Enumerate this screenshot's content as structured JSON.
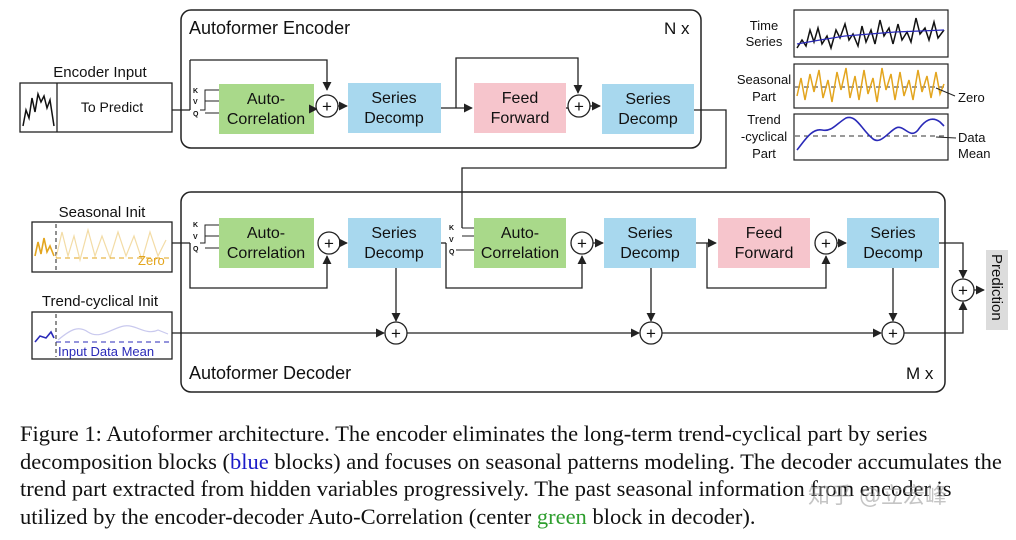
{
  "encoder": {
    "title": "Autoformer Encoder",
    "repeat": "N x",
    "input_label": "Encoder Input",
    "predict_label": "To Predict",
    "blocks": {
      "auto_correlation": [
        "Auto-",
        "Correlation"
      ],
      "series_decomp_1": [
        "Series",
        "Decomp"
      ],
      "feed_forward": [
        "Feed",
        "Forward"
      ],
      "series_decomp_2": [
        "Series",
        "Decomp"
      ]
    },
    "kvq": [
      "K",
      "V",
      "Q"
    ]
  },
  "decoder": {
    "title": "Autoformer Decoder",
    "repeat": "M x",
    "seasonal_init_label": "Seasonal Init",
    "seasonal_zero_label": "Zero",
    "trend_init_label": "Trend-cyclical Init",
    "trend_mean_label": "Input Data Mean",
    "blocks": {
      "auto_correlation_1": [
        "Auto-",
        "Correlation"
      ],
      "series_decomp_1": [
        "Series",
        "Decomp"
      ],
      "auto_correlation_2": [
        "Auto-",
        "Correlation"
      ],
      "series_decomp_2": [
        "Series",
        "Decomp"
      ],
      "feed_forward": [
        "Feed",
        "Forward"
      ],
      "series_decomp_3": [
        "Series",
        "Decomp"
      ]
    },
    "kvq": [
      "K",
      "V",
      "Q"
    ],
    "prediction_label": "Prediction"
  },
  "legend": {
    "time_series": [
      "Time",
      "Series"
    ],
    "seasonal_part": [
      "Seasonal",
      "Part"
    ],
    "trend_part": [
      "Trend",
      "-cyclical",
      "Part"
    ],
    "zero_label": "Zero",
    "data_mean_label": [
      "Data",
      "Mean"
    ]
  },
  "caption": {
    "part1": "Figure 1: Autoformer architecture. The encoder eliminates the long-term trend-cyclical part by series decomposition blocks (",
    "blue_word": "blue",
    "part2": " blocks) and focuses on seasonal patterns modeling. The decoder accumulates the trend part extracted from hidden variables progressively. The past seasonal information from encoder is utilized by the encoder-decoder Auto-Correlation (center ",
    "green_word": "green",
    "part3": " block in decoder)."
  },
  "watermark": "知乎 @立宏峰",
  "colors": {
    "auto_correlation": "#a9d98a",
    "series_decomp": "#a8d8ee",
    "feed_forward": "#f6c5cc",
    "seasonal": "#e3a51e",
    "trend": "#2a2ab8",
    "time_series": "#111111"
  }
}
